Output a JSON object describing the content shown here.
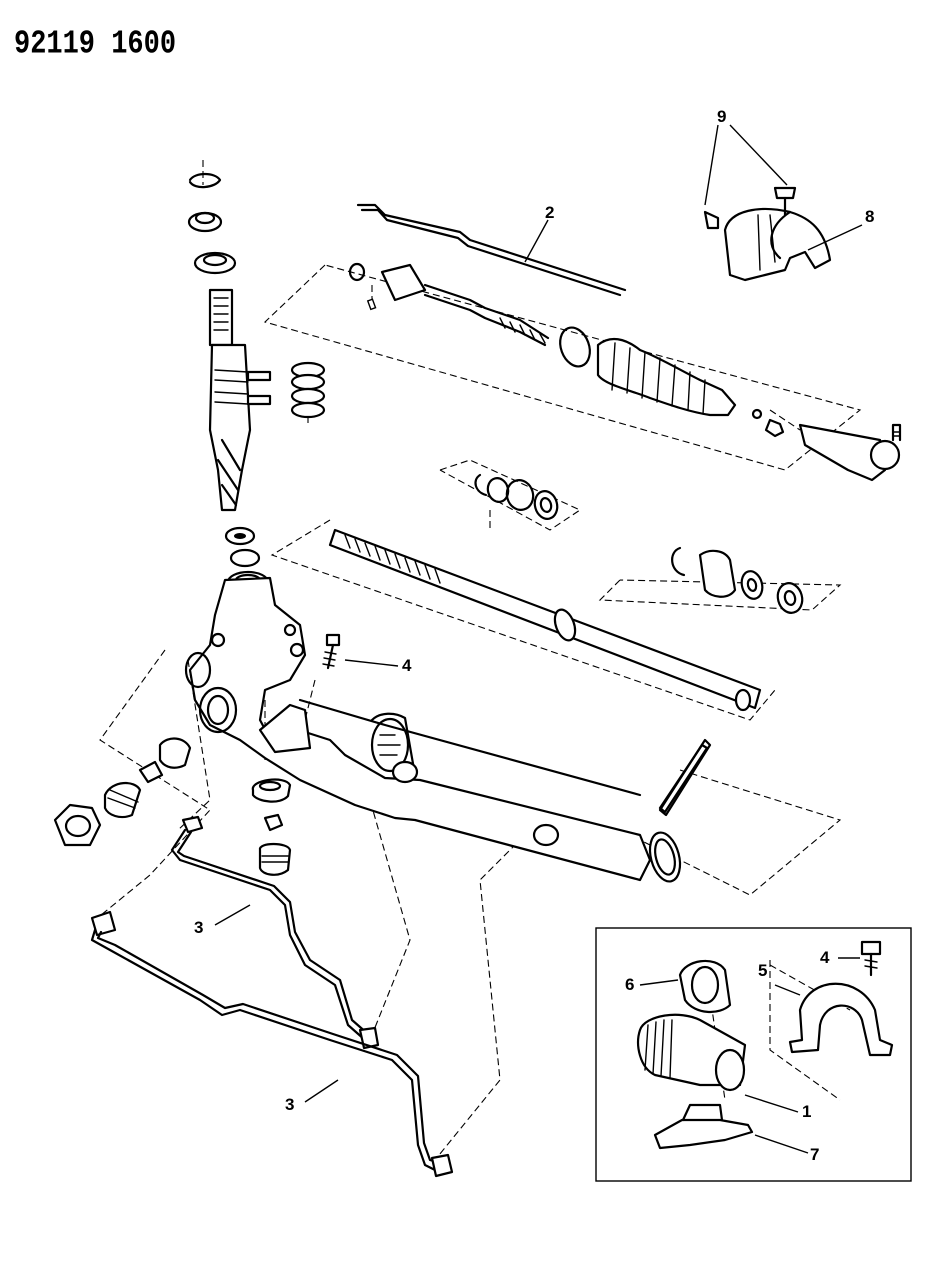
{
  "diagram_id": "92119 1600",
  "callouts": [
    "1",
    "2",
    "3",
    "3",
    "4",
    "4",
    "5",
    "6",
    "7",
    "8",
    "9"
  ],
  "parts": [
    {
      "callout": "1",
      "icon": "outer-tube-icon"
    },
    {
      "callout": "2",
      "icon": "transfer-line-icon"
    },
    {
      "callout": "3",
      "icon": "hydraulic-line-icon"
    },
    {
      "callout": "4",
      "icon": "bolt-icon"
    },
    {
      "callout": "5",
      "icon": "mounting-clamp-icon"
    },
    {
      "callout": "6",
      "icon": "bushing-icon"
    },
    {
      "callout": "7",
      "icon": "mounting-bracket-icon"
    },
    {
      "callout": "8",
      "icon": "heat-shield-icon"
    },
    {
      "callout": "9",
      "icon": "screw-icon"
    }
  ]
}
